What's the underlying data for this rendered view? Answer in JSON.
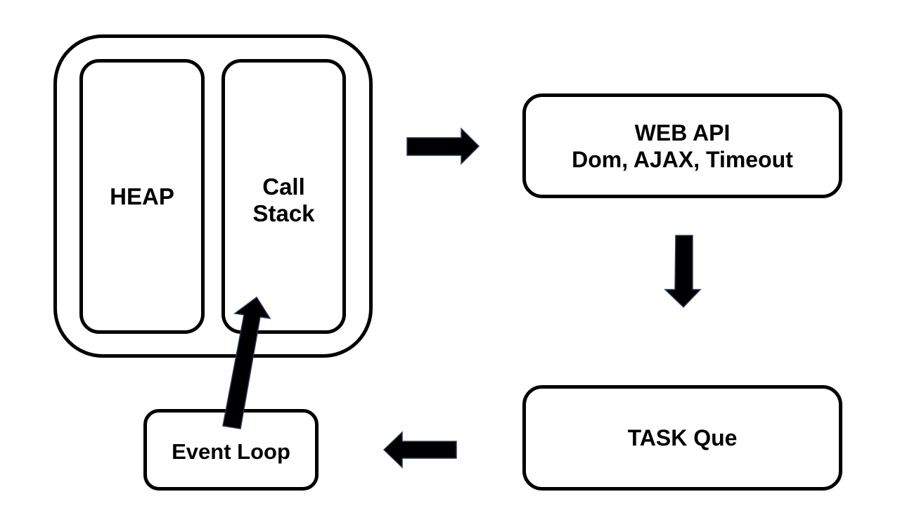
{
  "runtime": {
    "heap_label": "HEAP",
    "callstack_line1": "Call",
    "callstack_line2": "Stack"
  },
  "web_api": {
    "title": "WEB API",
    "subtitle": "Dom, AJAX, Timeout"
  },
  "task_queue": {
    "label": "TASK Que"
  },
  "event_loop": {
    "label": "Event Loop"
  },
  "colors": {
    "stroke": "#000000",
    "arrow_fill": "#000000",
    "arrow_outline": "#2b3a55",
    "background": "#ffffff"
  }
}
